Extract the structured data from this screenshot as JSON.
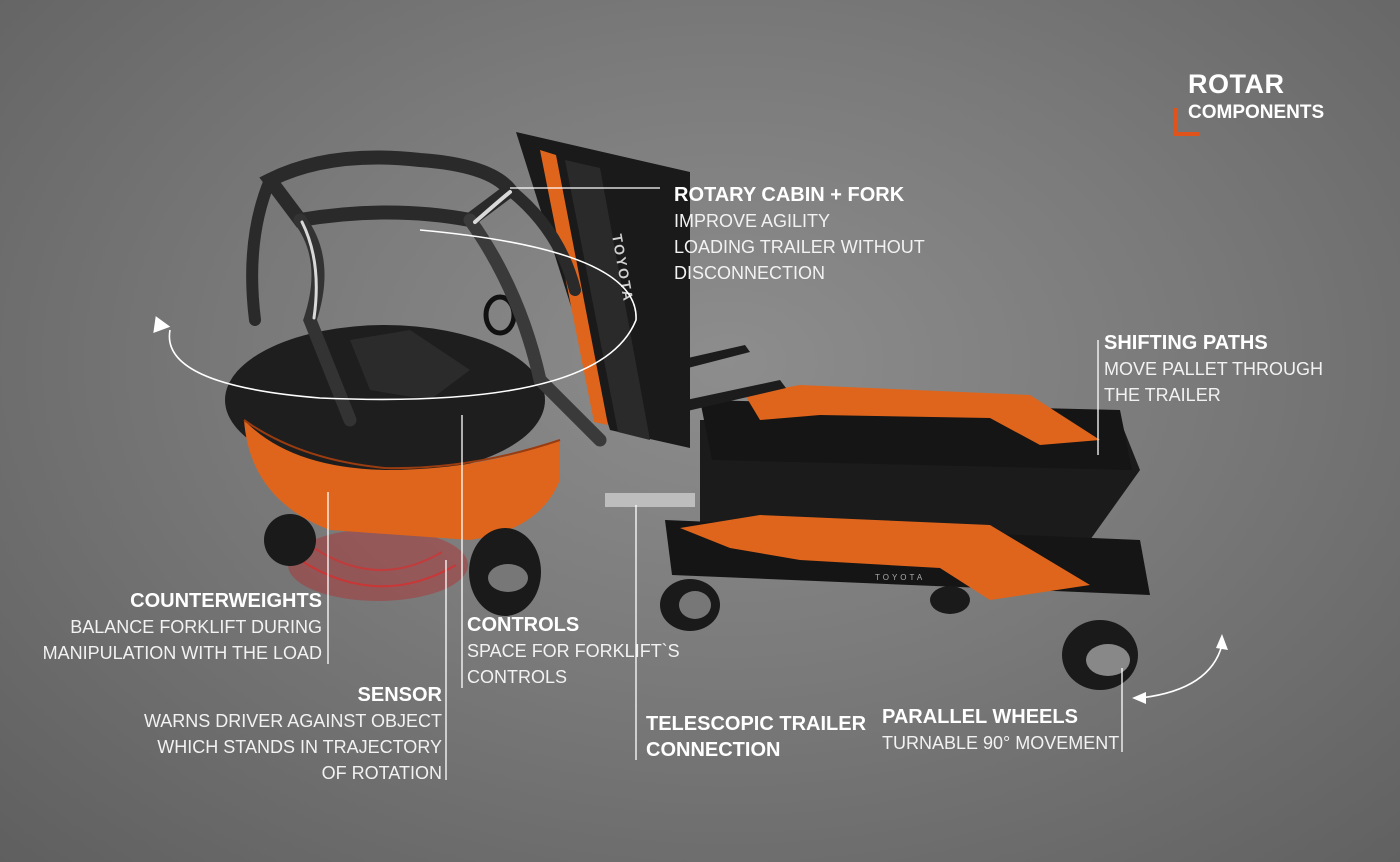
{
  "title": {
    "main": "ROTAR",
    "sub": "COMPONENTS"
  },
  "colors": {
    "accent": "#e0541c",
    "text": "#ffffff",
    "background": "#7a7a7a"
  },
  "callouts": {
    "rotary_cabin": {
      "heading": "ROTARY CABIN + FORK",
      "lines": [
        "IMPROVE AGILITY",
        "LOADING TRAILER WITHOUT",
        "DISCONNECTION"
      ]
    },
    "shifting_paths": {
      "heading": "SHIFTING PATHS",
      "lines": [
        "MOVE PALLET THROUGH",
        "THE TRAILER"
      ]
    },
    "counterweights": {
      "heading": "COUNTERWEIGHTS",
      "lines": [
        "BALANCE FORKLIFT DURING",
        "MANIPULATION WITH THE LOAD"
      ]
    },
    "controls": {
      "heading": "CONTROLS",
      "lines": [
        "SPACE FOR FORKLIFT`S",
        "CONTROLS"
      ]
    },
    "sensor": {
      "heading": "SENSOR",
      "lines": [
        "WARNS DRIVER AGAINST OBJECT",
        "WHICH STANDS IN TRAJECTORY",
        "OF ROTATION"
      ]
    },
    "telescopic": {
      "heading_lines": [
        "TELESCOPIC TRAILER",
        "CONNECTION"
      ]
    },
    "parallel_wheels": {
      "heading": "PARALLEL WHEELS",
      "lines": [
        "TURNABLE 90° MOVEMENT"
      ]
    }
  },
  "branding": {
    "mast_logo": "TOYOTA",
    "trailer_logo": "TOYOTA"
  }
}
